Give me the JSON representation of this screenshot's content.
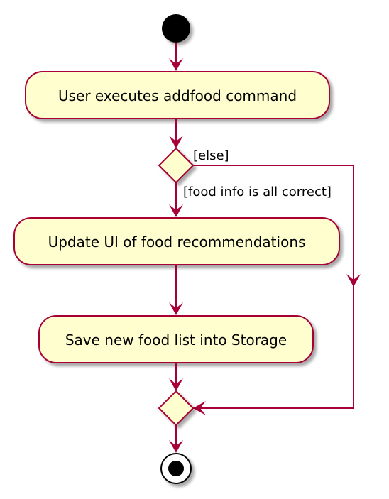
{
  "colors": {
    "border": "#A80036",
    "fill": "#FEFECE",
    "background": "#FFFFFF",
    "node_dark": "#000000",
    "text": "#000000"
  },
  "diagram": {
    "type": "activity",
    "start": "start-node",
    "actions": [
      {
        "id": "a1",
        "label": "User executes addfood command"
      },
      {
        "id": "a2",
        "label": "Update UI of food recommendations"
      },
      {
        "id": "a3",
        "label": "Save new food list into Storage"
      }
    ],
    "decision": {
      "guard_true": "[food info is all correct]",
      "guard_else": "[else]"
    },
    "end": "end-node"
  }
}
